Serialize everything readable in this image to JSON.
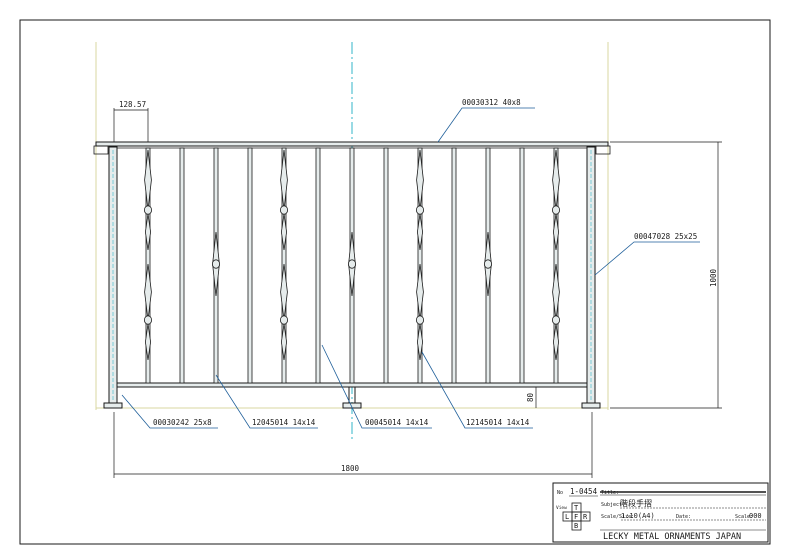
{
  "labels": {
    "top_rail": "00030312 40x8",
    "spacing": "128.57",
    "post": "00047028 25x25",
    "height": "1000",
    "bottom_rail": "00030242 25x8",
    "baluster_a": "12045014 14x14",
    "baluster_b": "00045014 14x14",
    "baluster_c": "12145014 14x14",
    "base_gap": "80",
    "width": "1800"
  },
  "title_block": {
    "no_label": "No",
    "drawing_no": "1-0454",
    "title_label": "Title:",
    "view_label": "View",
    "subject_label": "Subject:",
    "subject": "階段手摺",
    "scale_label": "Scale/Size:",
    "scale": "1:10(A4)",
    "date_label": "Date:",
    "scale_no_label": "Scale:",
    "scale_no": "000",
    "views": {
      "t": "T",
      "l": "L",
      "f": "F",
      "r": "R",
      "b": "B"
    },
    "company": "LECKY METAL ORNAMENTS JAPAN"
  },
  "colors": {
    "line": "#1a1a1a",
    "leader": "#1f5f9a",
    "center": "#33b5c8",
    "guide": "#d8d7a0",
    "fill": "#e6ecec"
  }
}
